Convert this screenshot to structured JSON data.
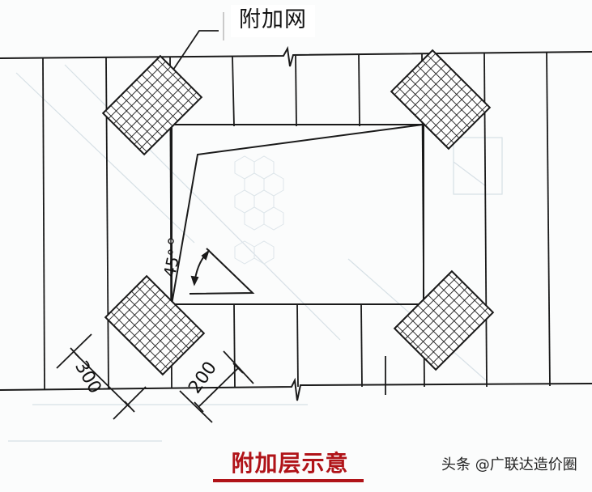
{
  "figure": {
    "callout_label": "附加网",
    "caption": "附加层示意",
    "watermark": "头条 @广联达造价圈",
    "dimensions": {
      "width_300": "300",
      "width_200": "200",
      "angle": "45°"
    },
    "colors": {
      "line": "#1a1a1a",
      "caption": "#b01318",
      "background": "#fbfcfc",
      "faint": "#d3dde3"
    },
    "elements": {
      "mesh_patches": 4,
      "opening": "rectangular opening with diagonal 45° corner reinforcement mesh"
    }
  }
}
